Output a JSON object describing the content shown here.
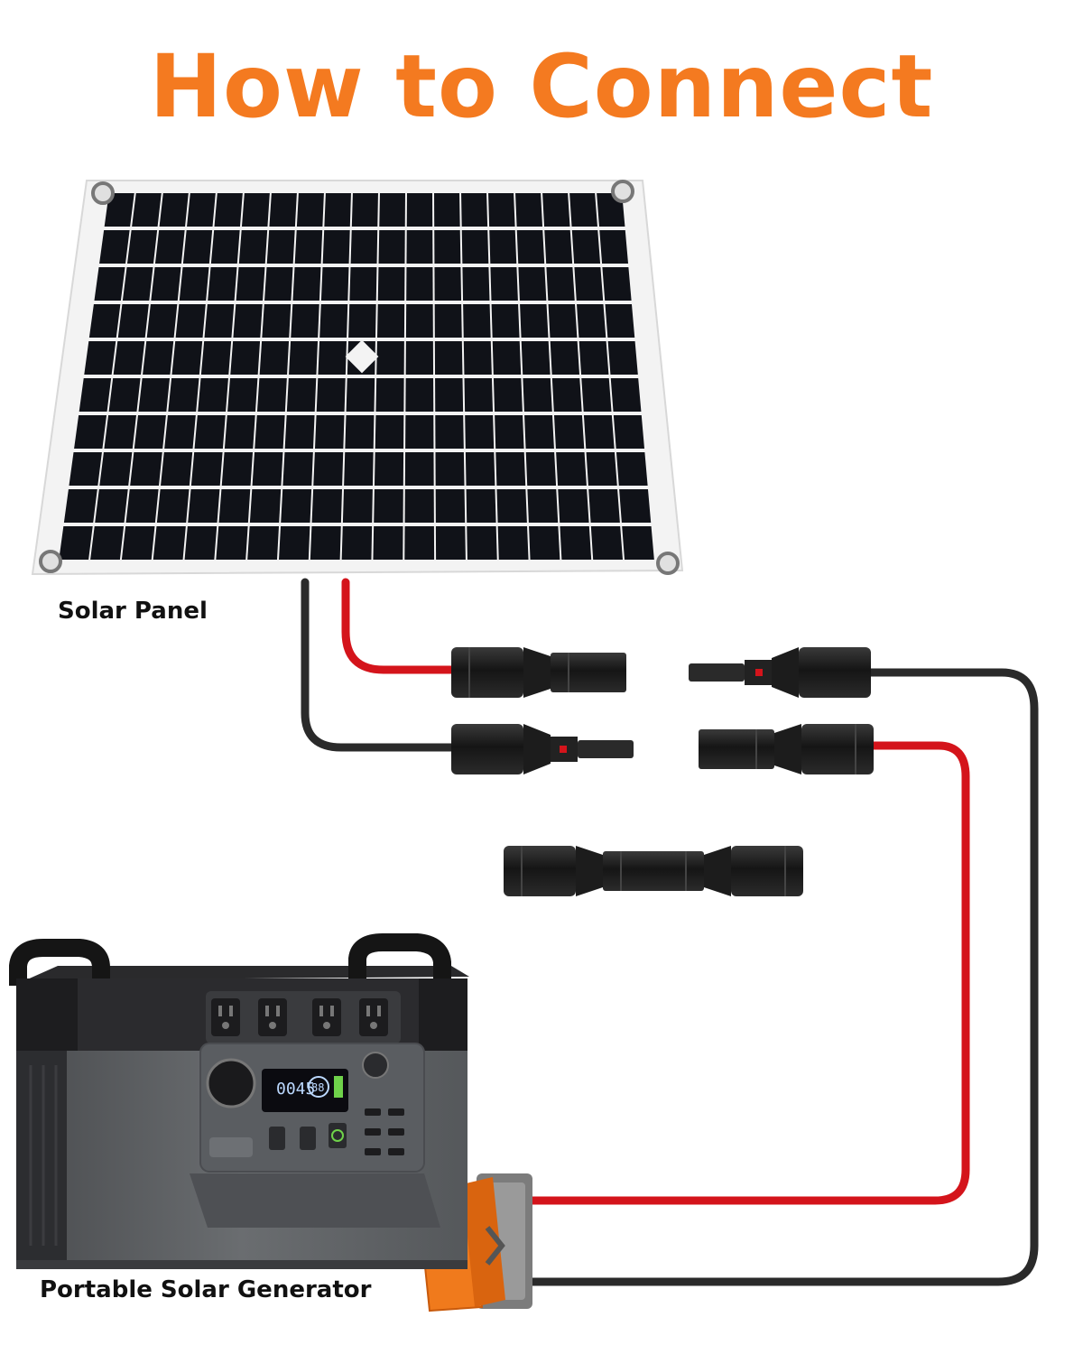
{
  "title": "How to Connect",
  "labels": {
    "solar_panel": "Solar Panel",
    "generator": "Portable Solar Generator"
  },
  "display": {
    "digits": "0045",
    "percent": "88"
  },
  "colors": {
    "title": "#f47a20",
    "cable_red": "#d4141b",
    "cable_black": "#2a2a2a",
    "connector_orange": "#f07a1c",
    "panel_cell": "#101218",
    "panel_frame": "#f3f3f3",
    "generator_body": "#5d6063",
    "generator_cap": "#1d1d1f",
    "lcd_screen": "#0b0b10",
    "lcd_text": "#bcd9ff",
    "battery_green": "#6fd24a"
  }
}
